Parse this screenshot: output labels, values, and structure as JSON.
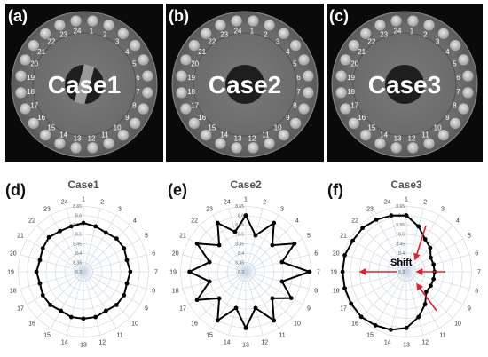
{
  "figure": {
    "panel_labels": [
      "(a)",
      "(b)",
      "(c)",
      "(d)",
      "(e)",
      "(f)"
    ],
    "ct_case_labels": [
      "Case1",
      "Case2",
      "Case3"
    ],
    "hole_numbers": [
      "1",
      "2",
      "3",
      "4",
      "5",
      "6",
      "7",
      "8",
      "9",
      "10",
      "11",
      "12",
      "13",
      "14",
      "15",
      "16",
      "17",
      "18",
      "19",
      "20",
      "21",
      "22",
      "23",
      "24"
    ],
    "shift_label": "Shift"
  },
  "chart_data": [
    {
      "type": "radar",
      "title": "Case1",
      "categories": [
        "1",
        "2",
        "3",
        "4",
        "5",
        "6",
        "7",
        "8",
        "9",
        "10",
        "11",
        "12",
        "13",
        "14",
        "15",
        "16",
        "17",
        "18",
        "19",
        "20",
        "21",
        "22",
        "23",
        "24"
      ],
      "tick_labels": [
        "8.3",
        "8.35",
        "8.4",
        "8.45",
        "8.5",
        "8.55",
        "8.6",
        "8.65"
      ],
      "rlim": [
        8.3,
        8.65
      ],
      "grid": true,
      "values": [
        8.56,
        8.55,
        8.54,
        8.55,
        8.55,
        8.54,
        8.55,
        8.54,
        8.55,
        8.55,
        8.54,
        8.55,
        8.55,
        8.55,
        8.54,
        8.55,
        8.55,
        8.54,
        8.55,
        8.54,
        8.55,
        8.56,
        8.55,
        8.55
      ]
    },
    {
      "type": "radar",
      "title": "Case2",
      "categories": [
        "1",
        "2",
        "3",
        "4",
        "5",
        "6",
        "7",
        "8",
        "9",
        "10",
        "11",
        "12",
        "13",
        "14",
        "15",
        "16",
        "17",
        "18",
        "19",
        "20",
        "21",
        "22",
        "23",
        "24"
      ],
      "tick_labels": [
        "8.3",
        "8.35",
        "8.4",
        "8.45",
        "8.5",
        "8.55",
        "8.6",
        "8.65"
      ],
      "rlim": [
        8.3,
        8.65
      ],
      "grid": true,
      "values": [
        8.6,
        8.5,
        8.6,
        8.5,
        8.6,
        8.5,
        8.64,
        8.5,
        8.58,
        8.5,
        8.6,
        8.5,
        8.6,
        8.5,
        8.6,
        8.5,
        8.6,
        8.5,
        8.6,
        8.5,
        8.6,
        8.5,
        8.6,
        8.52
      ]
    },
    {
      "type": "radar",
      "title": "Case3",
      "categories": [
        "1",
        "2",
        "3",
        "4",
        "5",
        "6",
        "7",
        "8",
        "9",
        "10",
        "11",
        "12",
        "13",
        "14",
        "15",
        "16",
        "17",
        "18",
        "19",
        "20",
        "21",
        "22",
        "23",
        "24"
      ],
      "tick_labels": [
        "8.3",
        "8.35",
        "8.4",
        "8.45",
        "8.5",
        "8.55",
        "8.6",
        "8.65"
      ],
      "rlim": [
        8.3,
        8.65
      ],
      "grid": true,
      "values": [
        8.6,
        8.55,
        8.5,
        8.48,
        8.45,
        8.45,
        8.45,
        8.45,
        8.45,
        8.45,
        8.5,
        8.55,
        8.6,
        8.62,
        8.63,
        8.64,
        8.64,
        8.64,
        8.64,
        8.64,
        8.63,
        8.63,
        8.62,
        8.61
      ]
    }
  ],
  "colors": {
    "ct_background": "#0a0a0a",
    "ct_phantom": "#6e6e6e",
    "ct_hole": "#cfcfcf",
    "radar_grid": "#c8d4e0",
    "radar_line": "#000000",
    "shift_arrow": "#e0202a",
    "center_glow": "#cfe3f5"
  },
  "icons": {
    "shift_arrows": "red-arrow"
  }
}
